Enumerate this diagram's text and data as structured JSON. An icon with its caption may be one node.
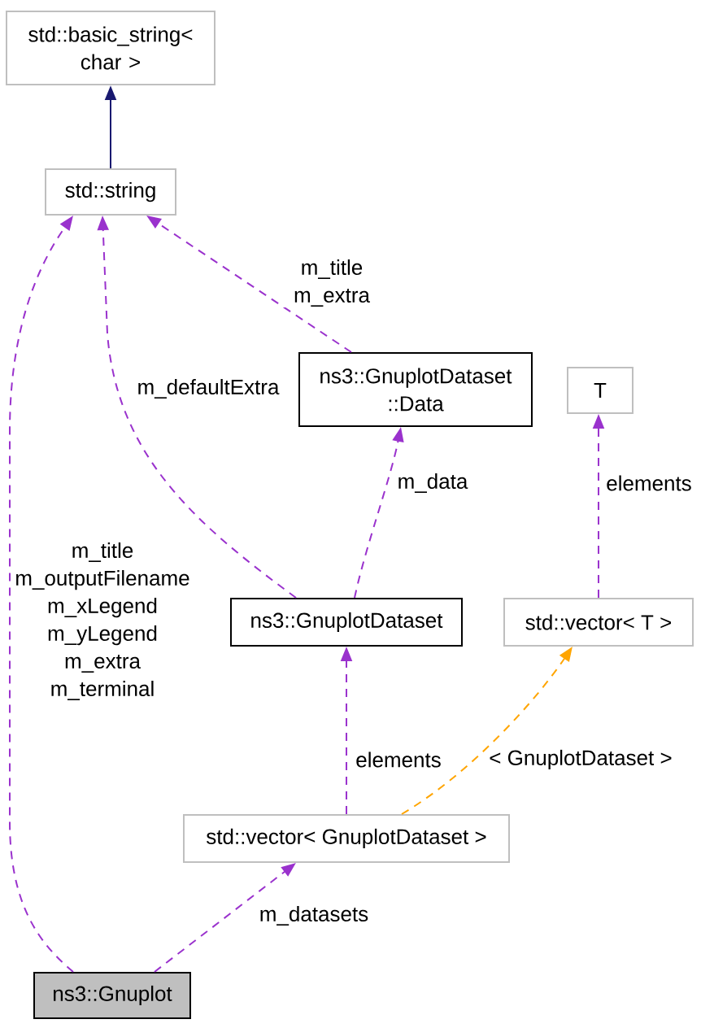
{
  "diagram": {
    "nodes": [
      {
        "text": [
          "std::basic_string< char >"
        ]
      },
      {
        "text": [
          "std::string"
        ]
      },
      {
        "text": [
          "ns3::GnuplotDataset ::Data"
        ]
      },
      {
        "text": [
          "T"
        ]
      },
      {
        "text": [
          "ns3::GnuplotDataset"
        ]
      },
      {
        "text": [
          "std::vector< T >"
        ]
      },
      {
        "text": [
          "std::vector< GnuplotDataset >"
        ]
      },
      {
        "text": [
          "ns3::Gnuplot"
        ]
      }
    ],
    "edges": [
      {
        "from": 1,
        "to": 0,
        "arrow": "to",
        "color": "#191970"
      },
      {
        "from": 7,
        "to": 1,
        "arrow": "to",
        "style": "dashed",
        "label": "m_title m_outputFilename m_xLegend m_yLegend m_extra m_terminal"
      },
      {
        "from": 4,
        "to": 1,
        "arrow": "to",
        "style": "dashed",
        "label": "m_defaultExtra"
      },
      {
        "from": 2,
        "to": 1,
        "arrow": "to",
        "style": "dashed",
        "label": "m_title m_extra"
      },
      {
        "from": 4,
        "to": 2,
        "arrow": "to",
        "style": "dashed",
        "label": "m_data"
      },
      {
        "from": 5,
        "to": 3,
        "arrow": "to",
        "style": "dashed",
        "label": "elements"
      },
      {
        "from": 6,
        "to": 4,
        "arrow": "to",
        "style": "dashed",
        "label": "elements"
      },
      {
        "from": 6,
        "to": 5,
        "arrow": "to",
        "style": "dashed",
        "color": "#ffa500",
        "label": "< GnuplotDataset >"
      },
      {
        "from": 7,
        "to": 6,
        "arrow": "to",
        "style": "dashed",
        "label": "m_datasets"
      }
    ]
  }
}
